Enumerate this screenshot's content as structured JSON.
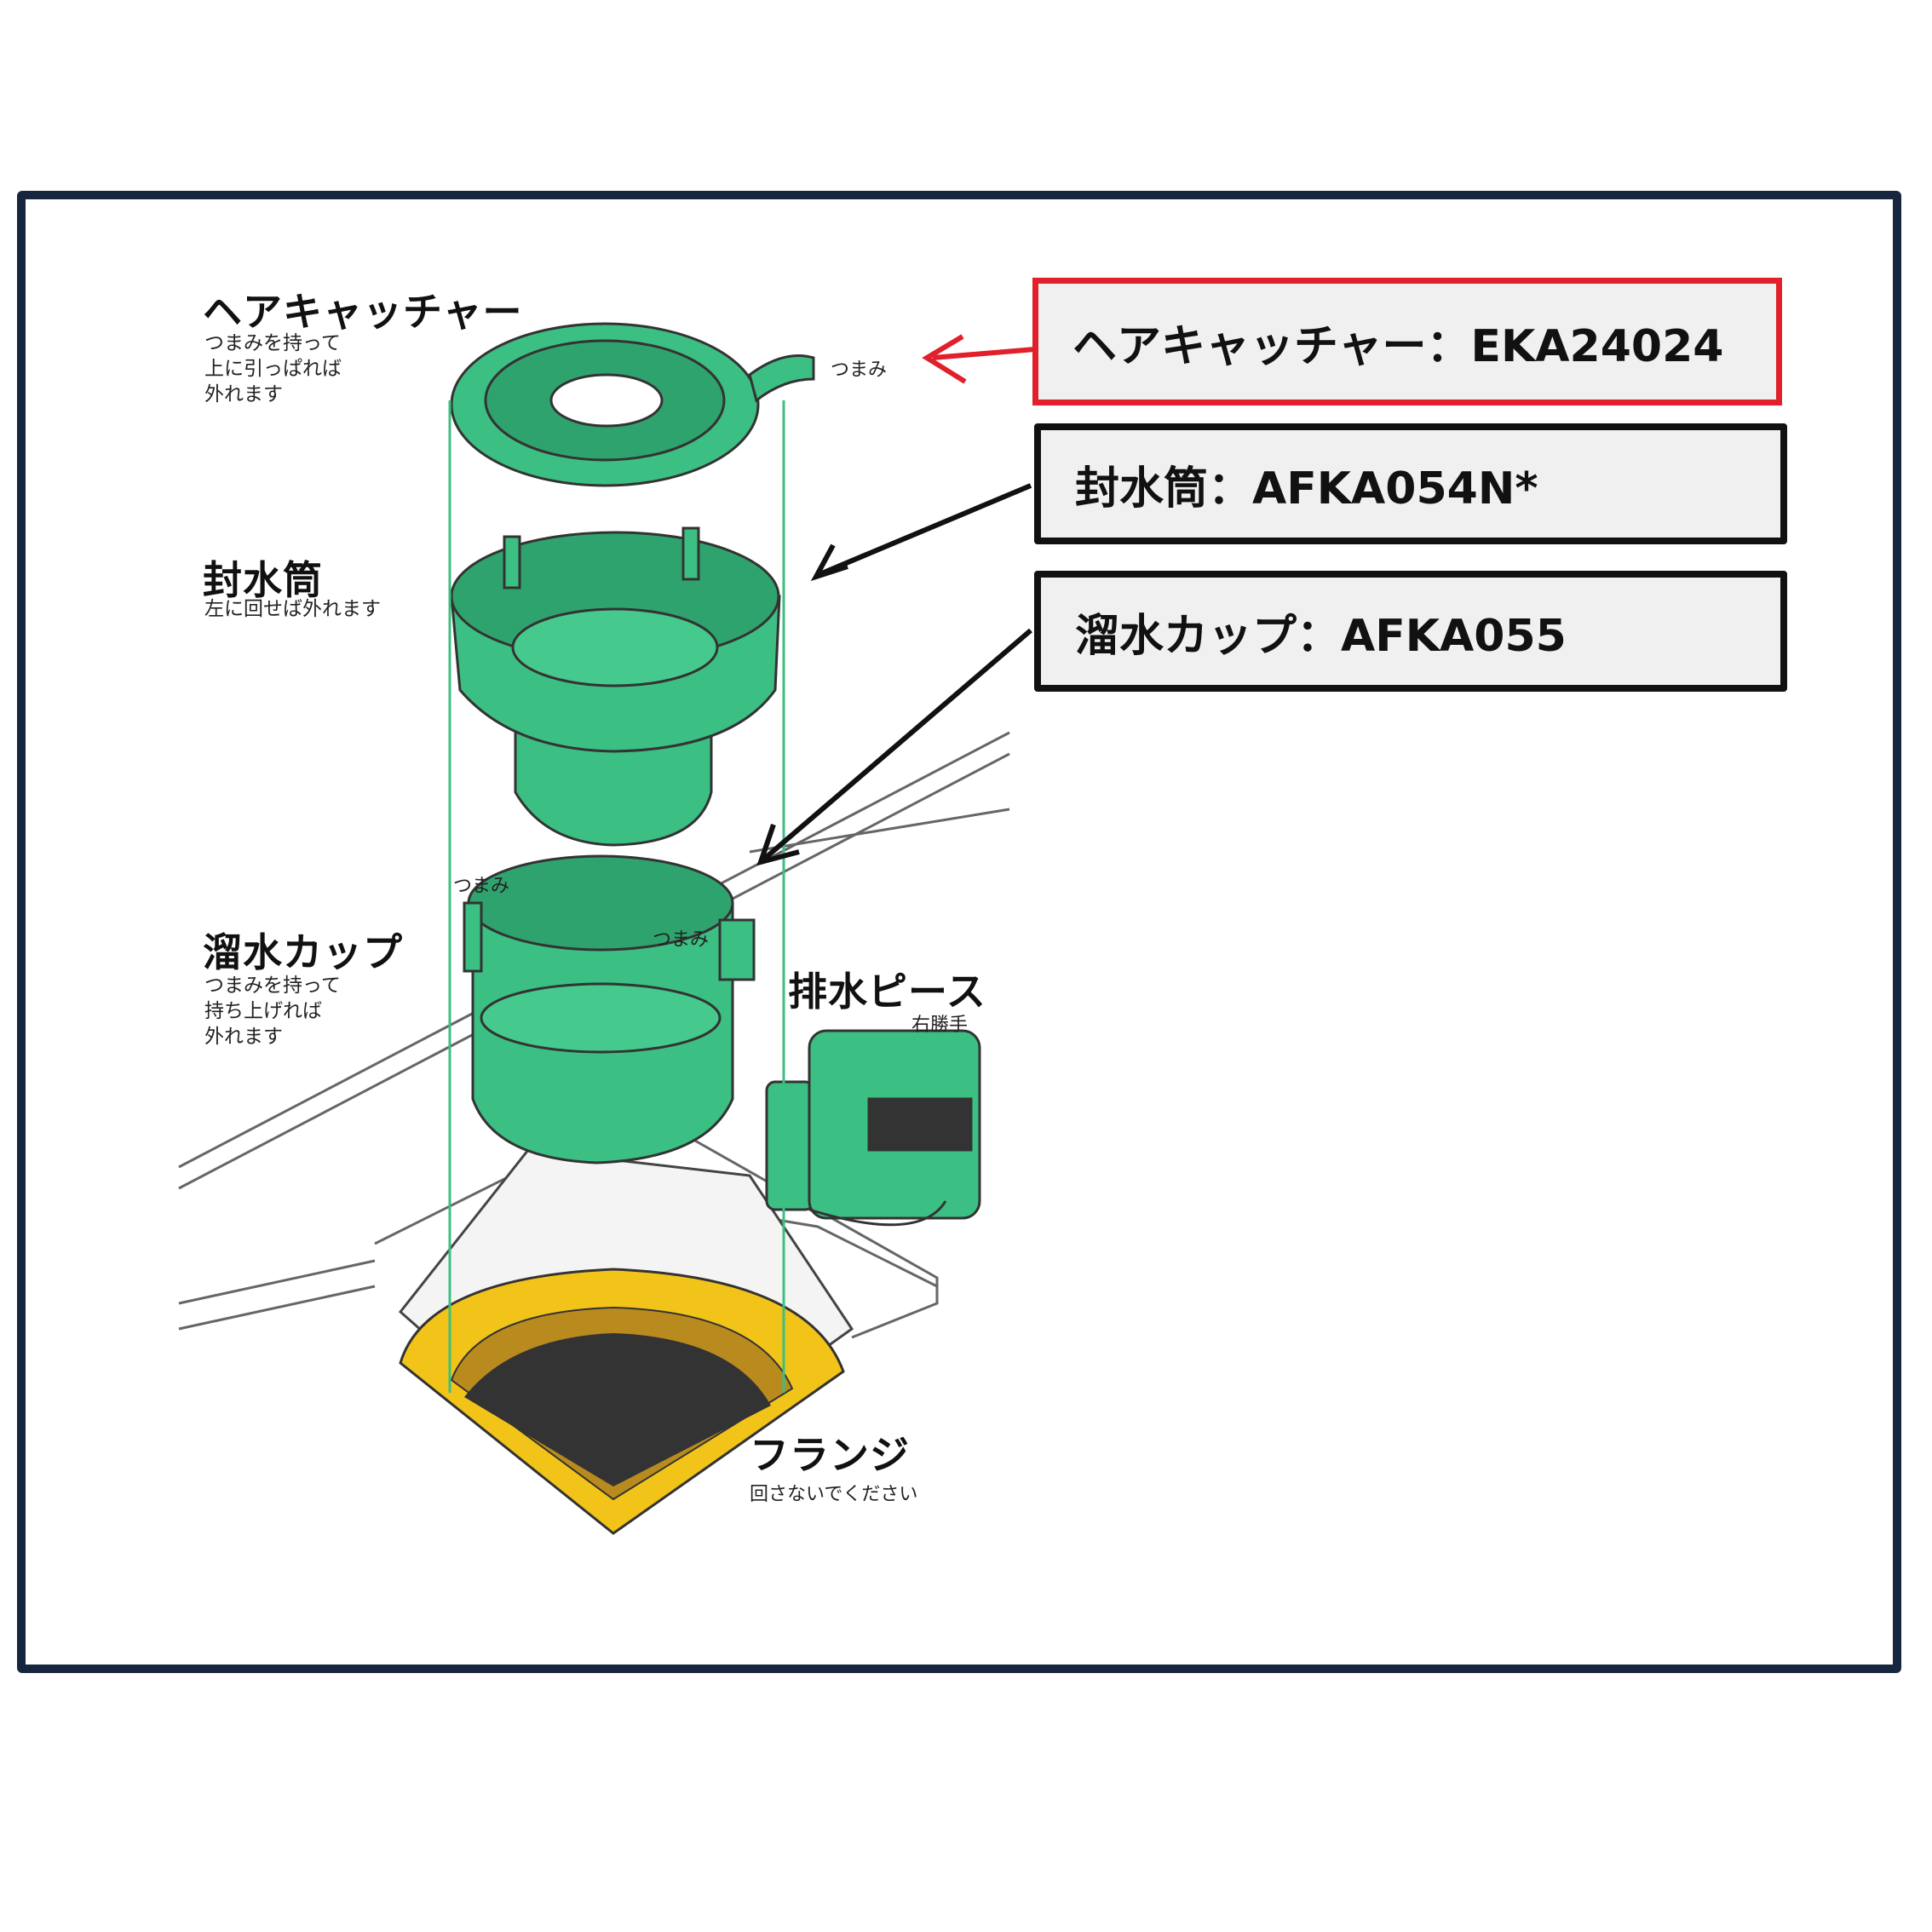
{
  "parts": {
    "hair_catcher": {
      "title": "ヘアキャッチャー",
      "note": "つまみを持って\n上に引っぱれば\n外れます",
      "knob": "つまみ"
    },
    "seal_tube": {
      "title": "封水筒",
      "note": "左に回せば外れます"
    },
    "trap_cup": {
      "title": "溜水カップ",
      "note": "つまみを持って\n持ち上げれば\n外れます",
      "knob_left": "つまみ",
      "knob_right": "つまみ"
    },
    "drain_piece": {
      "title": "排水ピース",
      "note": "右勝手"
    },
    "flange": {
      "title": "フランジ",
      "note": "回さないでください"
    }
  },
  "callouts": [
    {
      "label": "ヘアキャッチャー：EKA24024",
      "color": "#e0202b"
    },
    {
      "label": "封水筒：AFKA054N*",
      "color": "#111111"
    },
    {
      "label": "溜水カップ：AFKA055",
      "color": "#111111"
    }
  ],
  "colors": {
    "part_green": "#3cbf82",
    "flange_yellow": "#f2c419",
    "frame_navy": "#17263f",
    "dark_hole": "#333333"
  }
}
